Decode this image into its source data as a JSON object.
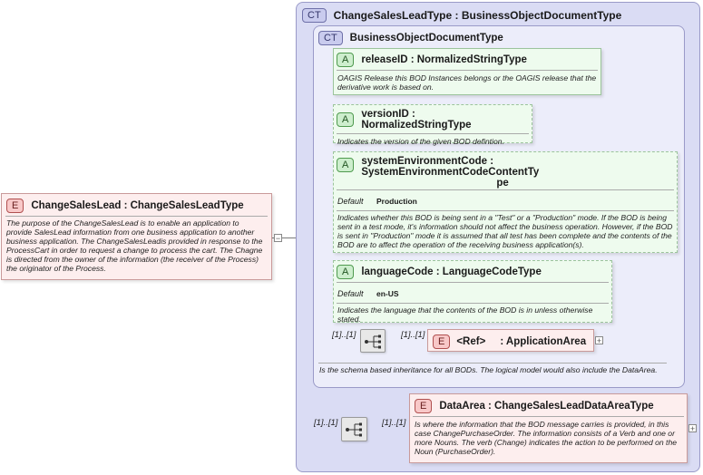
{
  "root": {
    "badge": "E",
    "title": "ChangeSalesLead : ChangeSalesLeadType",
    "doc": "The purpose of the ChangeSalesLead is to enable an application to provide SalesLead information from one business application to another business application. The ChangeSalesLeadis provided in response to the ProcessCart in order to request a change to process the cart. The Chagne is directed from the owner of the information (the receiver of the Process) the originator of the Process."
  },
  "outer_type": {
    "badge": "CT",
    "title": "ChangeSalesLeadType : BusinessObjectDocumentType"
  },
  "bod_type": {
    "badge": "CT",
    "title": "BusinessObjectDocumentType",
    "doc": "Is the schema based inheritance for all BODs. The logical model would also include the DataArea."
  },
  "attributes": [
    {
      "badge": "A",
      "title": "releaseID : NormalizedStringType",
      "doc": "OAGIS Release this BOD Instances belongs or the OAGIS release that the derivative work is based on."
    },
    {
      "badge": "A",
      "title": "versionID : NormalizedStringType",
      "doc": "Indicates the version of the given BOD defintion."
    },
    {
      "badge": "A",
      "title_a": "systemEnvironmentCode : SystemEnvironmentCodeContentTy",
      "title_b": "pe",
      "default_label": "Default",
      "default_value": "Production",
      "doc": "Indicates whether this BOD is being sent in a \"Test\" or a \"Production\" mode. If the BOD is being sent in a test mode, it's information should not affect the business operation. However, if the BOD is sent in \"Production\" mode it is assumed that all test has been complete and the contents of the BOD are to affect the operation of the receiving business application(s)."
    },
    {
      "badge": "A",
      "title": "languageCode : LanguageCodeType",
      "default_label": "Default",
      "default_value": "en-US",
      "doc": "Indicates the language that the contents of the BOD is in unless otherwise stated."
    }
  ],
  "app_area": {
    "mult_left": "[1]..[1]",
    "mult_right": "[1]..[1]",
    "badge": "E",
    "ref": "<Ref>",
    "title": ": ApplicationArea"
  },
  "data_area": {
    "mult_left": "[1]..[1]",
    "mult_right": "[1]..[1]",
    "badge": "E",
    "title": "DataArea : ChangeSalesLeadDataAreaType",
    "doc": "Is where the information that the BOD message carries is provided, in this case ChangePurchaseOrder. The information consists of a Verb and one or more Nouns. The verb (Change) indicates the action to be performed on the Noun (PurchaseOrder)."
  },
  "expand_glyph": "−",
  "collapse_glyph": "+"
}
